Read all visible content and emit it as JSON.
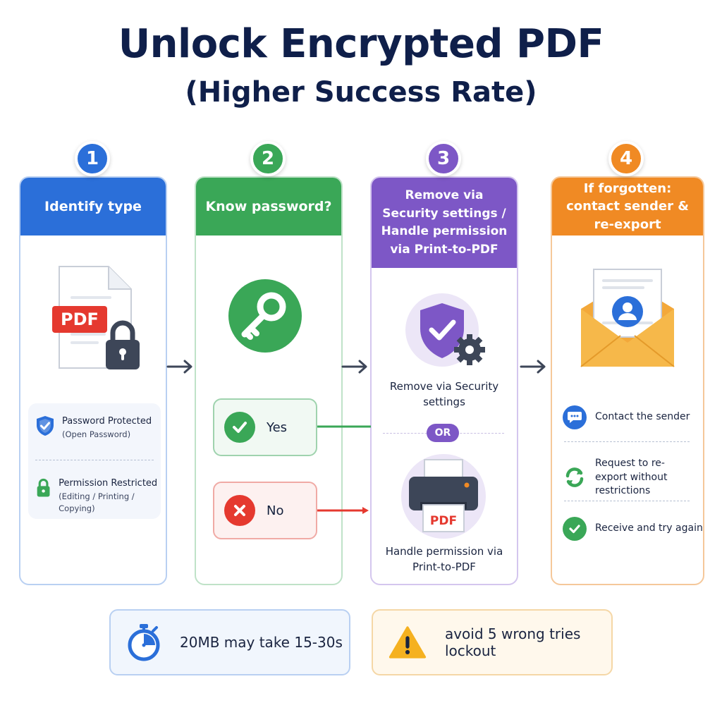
{
  "title": {
    "line1": "Unlock Encrypted PDF",
    "line2": "(Higher Success Rate)"
  },
  "colors": {
    "step1": "#2b6fd9",
    "step2": "#3aa757",
    "step3": "#7d57c6",
    "step4": "#f08a24",
    "no": "#e5392f"
  },
  "steps": [
    {
      "number": "1",
      "title": "Identify type"
    },
    {
      "number": "2",
      "title": "Know password?"
    },
    {
      "number": "3",
      "title": "Remove via Security settings / Handle permission via Print-to-PDF"
    },
    {
      "number": "4",
      "title": "If forgotten: contact sender & re-export"
    }
  ],
  "step1": {
    "file_badge": "PDF",
    "types": [
      {
        "icon": "shield-check-icon",
        "label": "Password Protected",
        "sub": "(Open Password)"
      },
      {
        "icon": "lock-icon",
        "label": "Permission Restricted",
        "sub": "(Editing / Printing / Copying)"
      }
    ]
  },
  "step2": {
    "icon": "key-icon",
    "yes": "Yes",
    "no": "No"
  },
  "step3": {
    "option1": "Remove via Security settings",
    "or": "OR",
    "printer_badge": "PDF",
    "option2": "Handle permission via Print-to-PDF"
  },
  "step4": {
    "items": [
      {
        "icon": "chat-icon",
        "label": "Contact the sender"
      },
      {
        "icon": "refresh-icon",
        "label": "Request to re-export without restrictions"
      },
      {
        "icon": "check-icon",
        "label": "Receive and try again"
      }
    ]
  },
  "notes": [
    {
      "icon": "stopwatch-icon",
      "text": "20MB may take 15-30s"
    },
    {
      "icon": "warning-icon",
      "text": "avoid 5 wrong tries lockout"
    }
  ]
}
